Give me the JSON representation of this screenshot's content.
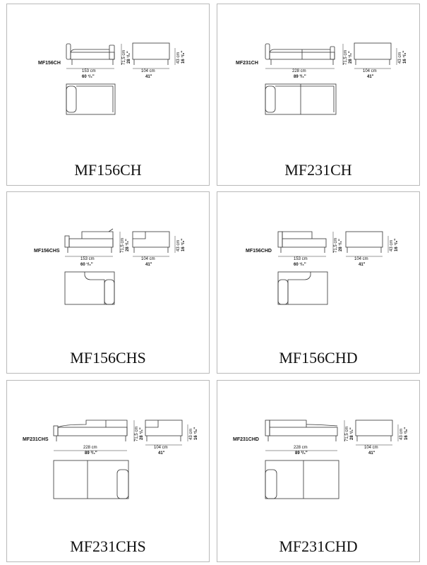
{
  "cards": [
    {
      "title": "MF156CH",
      "code": "MF156CH",
      "width_cm": "153 cm",
      "width_in": "60 ¹/₄\"",
      "height_cm": "71,5 cm",
      "height_in": "28 ¹/₄\"",
      "depth_cm": "104 cm",
      "depth_in": "41\"",
      "seat_cm": "43 cm",
      "seat_in": "16 ⁷/₈\""
    },
    {
      "title": "MF231CH",
      "code": "MF231CH",
      "width_cm": "228 cm",
      "width_in": "89 ³/₄\"",
      "height_cm": "71,5 cm",
      "height_in": "28 ¹/₄\"",
      "depth_cm": "104 cm",
      "depth_in": "41\"",
      "seat_cm": "43 cm",
      "seat_in": "16 ⁷/₈\""
    },
    {
      "title": "MF156CHS",
      "code": "MF156CHS",
      "width_cm": "153 cm",
      "width_in": "60 ¹/₄\"",
      "height_cm": "71,5 cm",
      "height_in": "28 ¹/₄\"",
      "depth_cm": "104 cm",
      "depth_in": "41\"",
      "seat_cm": "43 cm",
      "seat_in": "16 ⁷/₈\""
    },
    {
      "title": "MF156CHD",
      "code": "MF156CHD",
      "width_cm": "153 cm",
      "width_in": "60 ¹/₄\"",
      "height_cm": "71,5 cm",
      "height_in": "28 ¹/₄\"",
      "depth_cm": "104 cm",
      "depth_in": "41\"",
      "seat_cm": "43 cm",
      "seat_in": "16 ⁷/₈\""
    },
    {
      "title": "MF231CHS",
      "code": "MF231CHS",
      "width_cm": "228 cm",
      "width_in": "89 ³/₄\"",
      "height_cm": "71,5 cm",
      "height_in": "28 ¹/₄\"",
      "depth_cm": "104 cm",
      "depth_in": "41\"",
      "seat_cm": "43 cm",
      "seat_in": "16 ⁷/₈\""
    },
    {
      "title": "MF231CHD",
      "code": "MF231CHD",
      "width_cm": "228 cm",
      "width_in": "89 ³/₄\"",
      "height_cm": "71,5 cm",
      "height_in": "28 ¹/₄\"",
      "depth_cm": "104 cm",
      "depth_in": "41\"",
      "seat_cm": "43 cm",
      "seat_in": "16 ⁷/₈\""
    }
  ]
}
